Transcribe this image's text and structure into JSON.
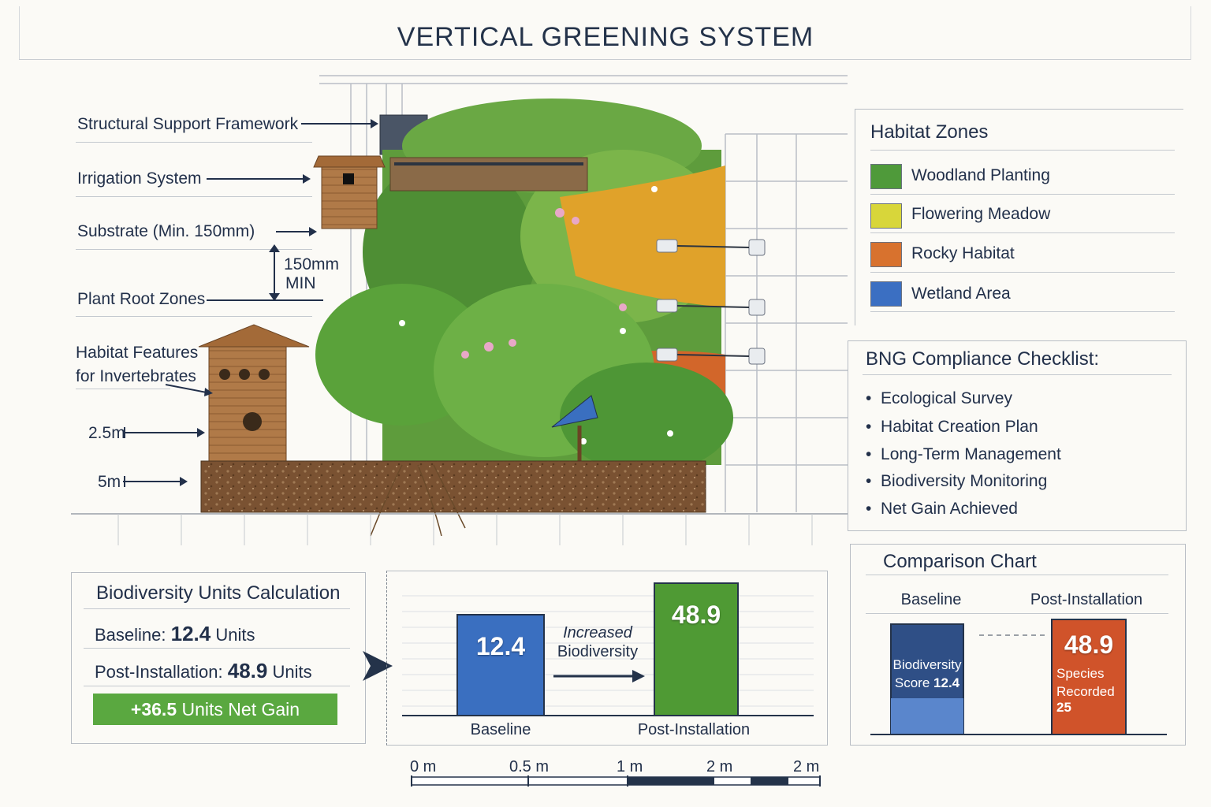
{
  "title": "VERTICAL GREENING SYSTEM",
  "callouts": {
    "framework": "Structural Support Framework",
    "irrigation": "Irrigation System",
    "substrate": "Substrate (Min. 150mm)",
    "depth": "150mm",
    "depth_min": "MIN",
    "roots": "Plant Root Zones",
    "habitat_line1": "Habitat Features",
    "habitat_line2": "for Invertebrates",
    "height_25": "2.5m",
    "height_5": "5m"
  },
  "habitat_zones": {
    "title": "Habitat Zones",
    "items": [
      {
        "label": "Woodland Planting",
        "color": "#4f9a3a"
      },
      {
        "label": "Flowering Meadow",
        "color": "#d8d63a"
      },
      {
        "label": "Rocky Habitat",
        "color": "#d8722e"
      },
      {
        "label": "Wetland Area",
        "color": "#3b6fc2"
      }
    ]
  },
  "checklist": {
    "title": "BNG Compliance Checklist:",
    "items": [
      "Ecological Survey",
      "Habitat Creation Plan",
      "Long-Term Management",
      "Biodiversity Monitoring",
      "Net Gain Achieved"
    ]
  },
  "calculation": {
    "title": "Biodiversity Units Calculation",
    "baseline_label": "Baseline:",
    "baseline_value": "12.4",
    "baseline_unit": "Units",
    "post_label": "Post-Installation:",
    "post_value": "48.9",
    "post_unit": "Units",
    "gain_value": "+36.5",
    "gain_text": "Units Net Gain"
  },
  "center_chart": {
    "annotation_line1": "Increased",
    "annotation_line2": "Biodiversity",
    "bars": [
      {
        "label": "Baseline",
        "value": 12.4,
        "display": "12.4",
        "color": "#3a6fc0"
      },
      {
        "label": "Post-Installation",
        "value": 48.9,
        "display": "48.9",
        "color": "#4f9a34"
      }
    ]
  },
  "comparison": {
    "title": "Comparison Chart",
    "baseline_header": "Baseline",
    "post_header": "Post-Installation",
    "baseline_line1": "Biodiversity",
    "baseline_line2": "Score",
    "baseline_value": "12.4",
    "post_value": "48.9",
    "post_line1": "Species",
    "post_line2": "Recorded",
    "post_count": "25"
  },
  "scale_bar": {
    "labels": [
      "0 m",
      "0.5 m",
      "1 m",
      "2 m",
      "2 m"
    ]
  },
  "colors": {
    "navy": "#24334a",
    "green": "#5aa840",
    "blue": "#3a6fc0",
    "orange": "#d0532a"
  }
}
